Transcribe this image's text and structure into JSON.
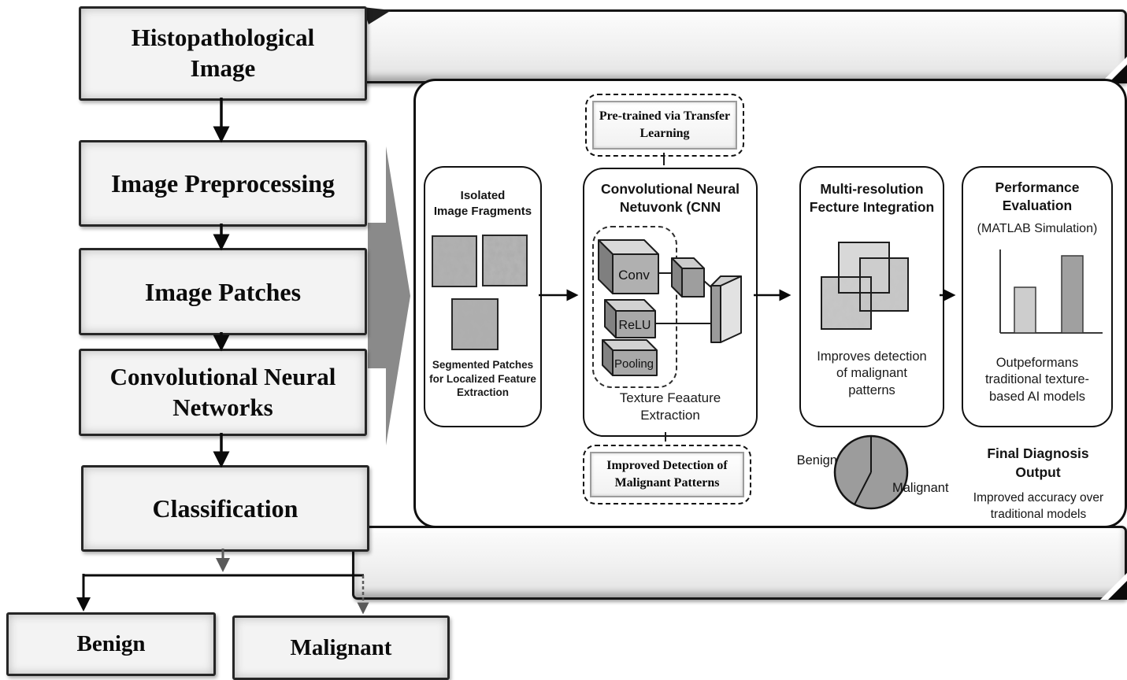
{
  "colors": {
    "banner_fill": "#f0f0f0",
    "box_border": "#262626",
    "chevron_gray": "#8a8a8a",
    "pie_fill": "#9c9c9c",
    "bar_light": "#cdcdcd",
    "bar_dark": "#a0a0a0"
  },
  "left_flow": {
    "boxes": [
      {
        "label": "Histopathological Image"
      },
      {
        "label": "Image Preprocessing"
      },
      {
        "label": "Image Patches"
      },
      {
        "label": "Convolutional Neural Networks"
      },
      {
        "label": "Classification"
      }
    ],
    "results": [
      {
        "label": "Benign"
      },
      {
        "label": "Malignant"
      }
    ]
  },
  "pipeline": {
    "pretrained_tag": "Pre-trained via Transfer Learning",
    "improved_tag": "Improved Detection of Malignant Patterns",
    "fragments": {
      "title_lines": [
        "Isolated",
        "Image Fragments"
      ],
      "caption": "Segmented Patches for Localized Feature Extraction"
    },
    "cnn": {
      "title": "Convolutional Neural Netuvonk (CNN",
      "blocks": [
        "Conv",
        "ReLU",
        "Pooling"
      ],
      "caption": "Texture Feaature Extraction"
    },
    "multires": {
      "title": "Multi-resolution Fecture Integration",
      "caption": "Improves detection of malignant patterns"
    },
    "performance": {
      "title": "Performance Evaluation",
      "subtitle": "(MATLAB Simulation)",
      "caption": "Outpeformans traditional texture-based AI models",
      "bars_relative": [
        0.55,
        0.92
      ]
    },
    "pie": {
      "labels": [
        "Benign",
        "Malignant"
      ],
      "split_estimate_pct": [
        35,
        65
      ]
    },
    "final": {
      "title": "Final Diagnosis Output",
      "caption": "Improved accuracy over traditional models"
    }
  }
}
